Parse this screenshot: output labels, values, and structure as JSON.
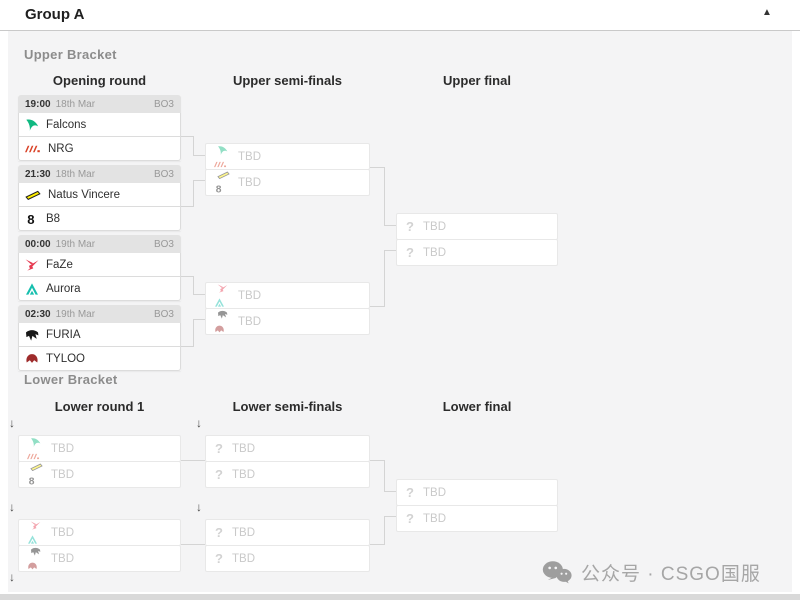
{
  "header": {
    "title": "Group A",
    "collapse_icon": "▲"
  },
  "upper": {
    "label": "Upper Bracket",
    "columns": [
      "Opening round",
      "Upper semi-finals",
      "Upper final"
    ],
    "matches": [
      {
        "time": "19:00",
        "date": "18th Mar",
        "format": "BO3",
        "teams": [
          {
            "name": "Falcons"
          },
          {
            "name": "NRG"
          }
        ]
      },
      {
        "time": "21:30",
        "date": "18th Mar",
        "format": "BO3",
        "teams": [
          {
            "name": "Natus Vincere"
          },
          {
            "name": "B8"
          }
        ]
      },
      {
        "time": "00:00",
        "date": "19th Mar",
        "format": "BO3",
        "teams": [
          {
            "name": "FaZe"
          },
          {
            "name": "Aurora"
          }
        ]
      },
      {
        "time": "02:30",
        "date": "19th Mar",
        "format": "BO3",
        "teams": [
          {
            "name": "FURIA"
          },
          {
            "name": "TYLOO"
          }
        ]
      }
    ],
    "semi_finals": [
      {
        "slots": [
          {
            "label": "TBD"
          },
          {
            "label": "TBD"
          }
        ]
      },
      {
        "slots": [
          {
            "label": "TBD"
          },
          {
            "label": "TBD"
          }
        ]
      }
    ],
    "final": {
      "slots": [
        {
          "label": "TBD"
        },
        {
          "label": "TBD"
        }
      ]
    }
  },
  "lower": {
    "label": "Lower Bracket",
    "columns": [
      "Lower round 1",
      "Lower semi-finals",
      "Lower final"
    ],
    "round1": [
      {
        "slots": [
          {
            "label": "TBD"
          },
          {
            "label": "TBD"
          }
        ]
      },
      {
        "slots": [
          {
            "label": "TBD"
          },
          {
            "label": "TBD"
          }
        ]
      }
    ],
    "semi_finals": [
      {
        "slots": [
          {
            "label": "TBD"
          },
          {
            "label": "TBD"
          }
        ]
      },
      {
        "slots": [
          {
            "label": "TBD"
          },
          {
            "label": "TBD"
          }
        ]
      }
    ],
    "final": {
      "slots": [
        {
          "label": "TBD"
        },
        {
          "label": "TBD"
        }
      ]
    }
  },
  "drop_arrow": "↓",
  "question_mark": "?",
  "watermark": {
    "text": "公众号 · CSGO国服",
    "icon": "wechat-icon"
  },
  "colors": {
    "falcons": "#10b981",
    "nrg": "#d94126",
    "navi": "#ffee00",
    "b8": "#111111",
    "faze": "#e63950",
    "aurora": "#16bfae",
    "furia": "#181818",
    "tyloo": "#9e2b2b",
    "panel_bg": "#f4f4f5",
    "match_header_bg": "#e3e3e3",
    "tbd_text": "#c9c9c9",
    "connector": "#d4d4d4",
    "watermark_text": "#a6a6a6"
  }
}
